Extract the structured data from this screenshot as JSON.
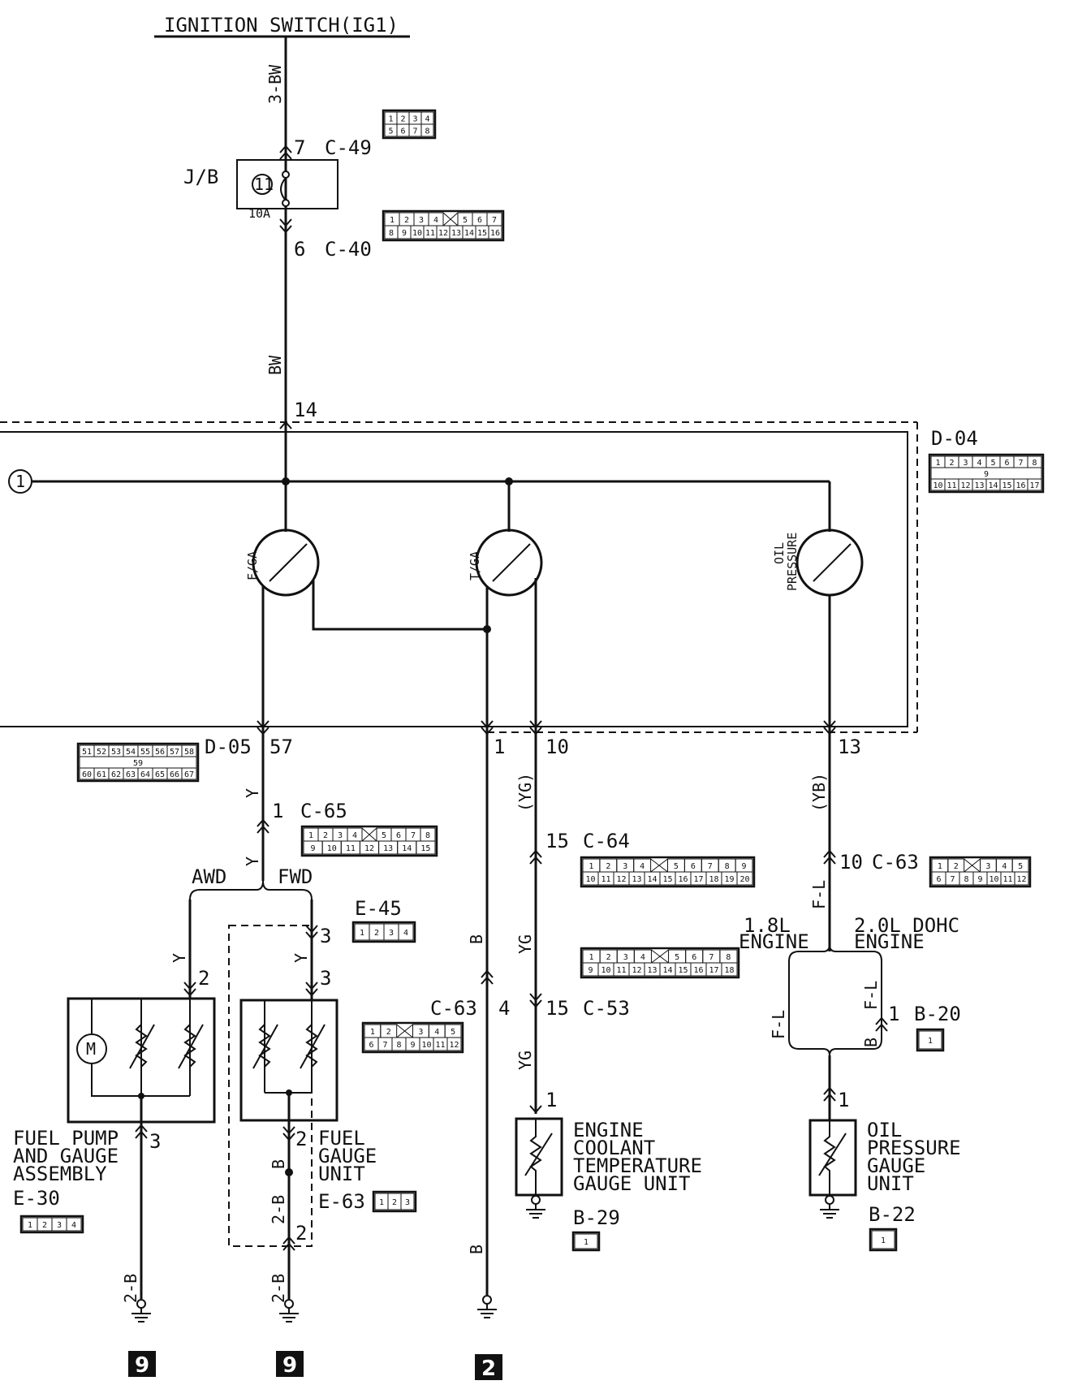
{
  "title": "IGNITION SWITCH(IG1)",
  "wires": {
    "w_3bw": "3-BW",
    "w_bw": "BW",
    "w_y1": "Y",
    "w_y2": "Y",
    "w_y3": "Y",
    "w_y4": "Y",
    "w_b_main": "B",
    "w_b_main2": "B",
    "w_yg_paren": "(YG)",
    "w_yg1": "YG",
    "w_yg2": "YG",
    "w_yb_paren": "(YB)",
    "w_fl1": "F-L",
    "w_fl2": "F-L",
    "w_fl3": "F-L",
    "w_b20": "B",
    "w_b_fg": "B",
    "w_2b_fg": "2-B",
    "w_2b_fg2": "2-B",
    "w_2b_fp": "2-B"
  },
  "junction_block": {
    "label": "J/B",
    "fuse_number": "11",
    "fuse_rating": "10A"
  },
  "connectors": {
    "c49": "C-49",
    "c40": "C-40",
    "d04": "D-04",
    "d05": "D-05",
    "c65": "C-65",
    "c64": "C-64",
    "c63a": "C-63",
    "c63b": "C-63",
    "e45": "E-45",
    "c53": "C-53",
    "b20": "B-20",
    "e30": "E-30",
    "e63": "E-63",
    "b29": "B-29",
    "b22": "B-22"
  },
  "pins": {
    "p7": "7",
    "p6": "6",
    "p14": "14",
    "p57": "57",
    "p1": "1",
    "p10": "10",
    "p13": "13",
    "p1_c65": "1",
    "p15a": "15",
    "p10b": "10",
    "p3a": "3",
    "p3b": "3",
    "p2a": "2",
    "p4": "4",
    "p15b": "15",
    "p1_b20": "1",
    "p3_fp": "3",
    "p2_fg": "2",
    "p2_fg2": "2",
    "p1_ect": "1",
    "p1_opg": "1"
  },
  "circle_ref": "1",
  "gauges": {
    "fuel": "F/GA",
    "temp": "T/GA",
    "oil_1": "OIL",
    "oil_2": "PRESSURE"
  },
  "branch": {
    "awd": "AWD",
    "fwd": "FWD"
  },
  "engine_labels": {
    "e18_1": "1.8L",
    "e18_2": "ENGINE",
    "e20_1": "2.0L DOHC",
    "e20_2": "ENGINE"
  },
  "motor_symbol": "M",
  "components": {
    "fuel_pump": [
      "FUEL PUMP",
      "AND GAUGE",
      "ASSEMBLY"
    ],
    "fuel_gauge": [
      "FUEL",
      "GAUGE",
      "UNIT"
    ],
    "coolant": [
      "ENGINE",
      "COOLANT",
      "TEMPERATURE",
      "GAUGE UNIT"
    ],
    "oil_unit": [
      "OIL",
      "PRESSURE",
      "GAUGE",
      "UNIT"
    ]
  },
  "grounds": {
    "g1": "9",
    "g2": "9",
    "g3": "2"
  },
  "connector_faces": {
    "c49": [
      [
        "1",
        "2",
        "3",
        "4"
      ],
      [
        "5",
        "6",
        "7",
        "8"
      ]
    ],
    "c40": [
      [
        "1",
        "2",
        "3",
        "4",
        "",
        "5",
        "6",
        "7"
      ],
      [
        "8",
        "9",
        "10",
        "11",
        "12",
        "13",
        "14",
        "15",
        "16"
      ]
    ],
    "d04": [
      [
        "1",
        "2",
        "3",
        "4",
        "5",
        "6",
        "7",
        "8"
      ],
      [
        "9"
      ],
      [
        "10",
        "11",
        "12",
        "13",
        "14",
        "15",
        "16",
        "17"
      ]
    ],
    "d05": [
      [
        "51",
        "52",
        "53",
        "54",
        "55",
        "56",
        "57",
        "58"
      ],
      [
        "59"
      ],
      [
        "60",
        "61",
        "62",
        "63",
        "64",
        "65",
        "66",
        "67"
      ]
    ],
    "c65": [
      [
        "1",
        "2",
        "3",
        "4",
        "",
        "5",
        "6",
        "7",
        "8"
      ],
      [
        "9",
        "10",
        "11",
        "12",
        "13",
        "14",
        "15"
      ]
    ],
    "c64": [
      [
        "1",
        "2",
        "3",
        "4",
        "",
        "5",
        "6",
        "7",
        "8",
        "9"
      ],
      [
        "10",
        "11",
        "12",
        "13",
        "14",
        "15",
        "16",
        "17",
        "18",
        "19",
        "20"
      ]
    ],
    "c63a": [
      [
        "1",
        "2",
        "",
        "3",
        "4",
        "5"
      ],
      [
        "6",
        "7",
        "8",
        "9",
        "10",
        "11",
        "12"
      ]
    ],
    "c63b": [
      [
        "1",
        "2",
        "",
        "3",
        "4",
        "5"
      ],
      [
        "6",
        "7",
        "8",
        "9",
        "10",
        "11",
        "12"
      ]
    ],
    "c53": [
      [
        "1",
        "2",
        "3",
        "4",
        "",
        "5",
        "6",
        "7",
        "8"
      ],
      [
        "9",
        "10",
        "11",
        "12",
        "13",
        "14",
        "15",
        "16",
        "17",
        "18"
      ]
    ],
    "e45": [
      [
        "1",
        "2",
        "3",
        "4"
      ]
    ],
    "e30": [
      [
        "1",
        "2",
        "3",
        "4"
      ]
    ],
    "e63": [
      [
        "1",
        "2",
        "3"
      ]
    ],
    "b20": [
      [
        "1"
      ]
    ],
    "b29": [
      [
        "1"
      ]
    ],
    "b22": [
      [
        "1"
      ]
    ]
  }
}
